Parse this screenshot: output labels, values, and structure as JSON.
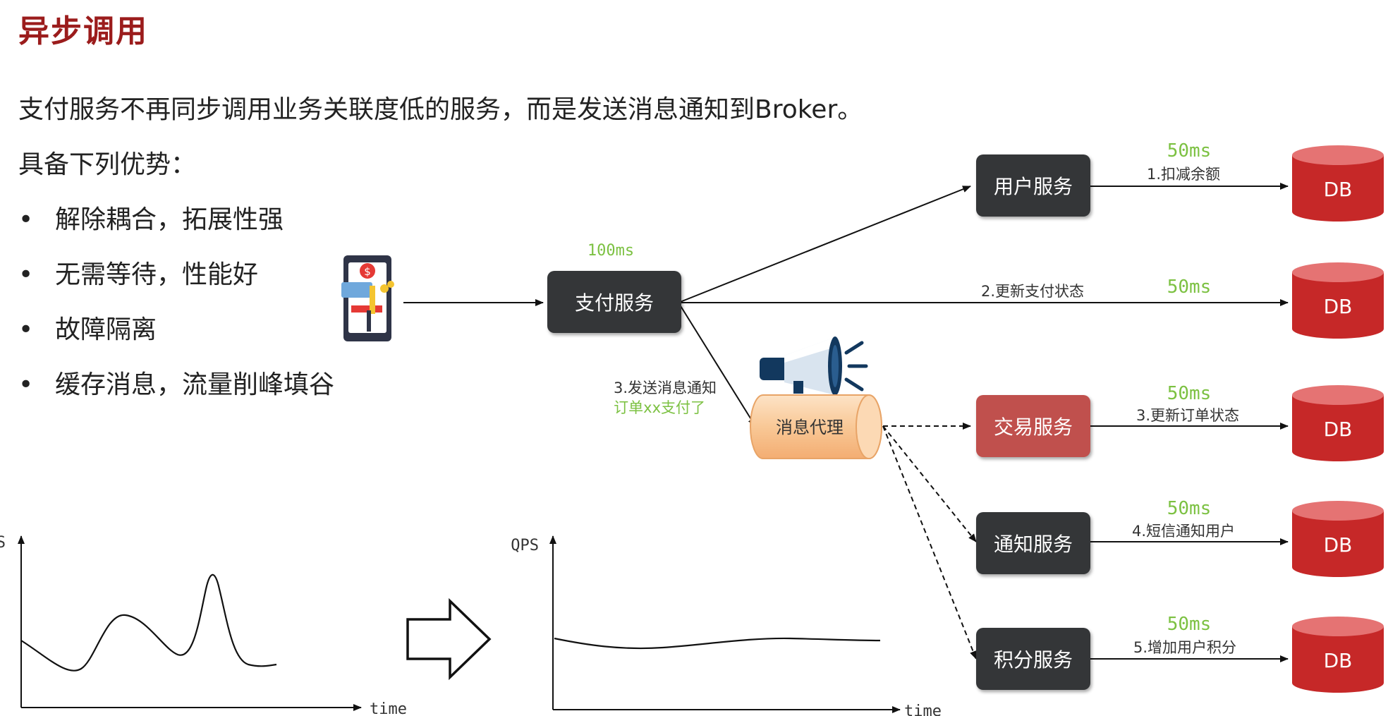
{
  "title": "异步调用",
  "intro": "支付服务不再同步调用业务关联度低的服务，而是发送消息通知到Broker。",
  "advantages_heading": "具备下列优势：",
  "advantages": [
    "解除耦合，拓展性强",
    "无需等待，性能好",
    "故障隔离",
    "缓存消息，流量削峰填谷"
  ],
  "bullet_glyph": "•",
  "diagram": {
    "pay_service": {
      "label": "支付服务",
      "latency": "100ms"
    },
    "broker": {
      "label": "消息代理"
    },
    "broker_edge": {
      "line1": "3.发送消息通知",
      "line2": "订单xx支付了"
    },
    "services": [
      {
        "label": "用户服务",
        "latency": "50ms",
        "action": "1.扣减余额",
        "db": "DB"
      },
      {
        "label": "",
        "latency": "50ms",
        "action": "2.更新支付状态",
        "db": "DB"
      },
      {
        "label": "交易服务",
        "latency": "50ms",
        "action": "3.更新订单状态",
        "db": "DB"
      },
      {
        "label": "通知服务",
        "latency": "50ms",
        "action": "4.短信通知用户",
        "db": "DB"
      },
      {
        "label": "积分服务",
        "latency": "50ms",
        "action": "5.增加用户积分",
        "db": "DB"
      }
    ]
  },
  "charts": {
    "left": {
      "ylabel": "QPS",
      "xlabel": "time"
    },
    "right": {
      "ylabel": "QPS",
      "xlabel": "time"
    }
  },
  "colors": {
    "title": "#9b1c1c",
    "latency": "#7cc142",
    "service_dark": "#343638",
    "service_red": "#c0504d",
    "db": "#c62828",
    "broker": "#f6c08d"
  }
}
